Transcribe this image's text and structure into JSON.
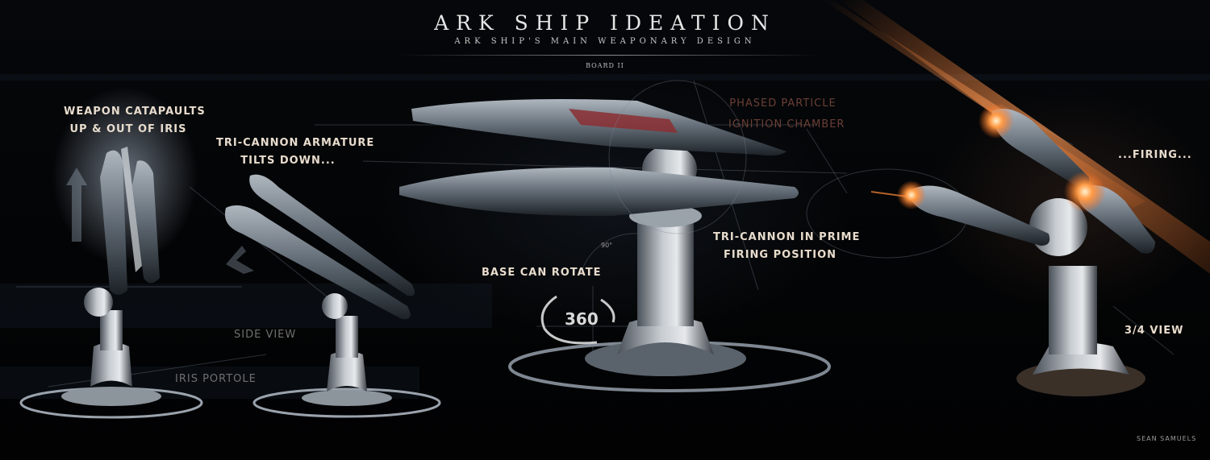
{
  "header": {
    "title": "ARK SHIP IDEATION",
    "subtitle": "ARK SHIP'S MAIN WEAPONARY DESIGN",
    "board": "BOARD II"
  },
  "callouts": {
    "catapult_line1": "WEAPON CATAPAULTS",
    "catapult_line2": "UP & OUT OF IRIS",
    "tilt_line1": "TRI-CANNON ARMATURE",
    "tilt_line2": "TILTS DOWN...",
    "side_view": "SIDE VIEW",
    "iris_portole": "IRIS PORTOLE",
    "base_rotate": "BASE CAN ROTATE",
    "degrees_360": "360",
    "degrees_90": "90°",
    "chamber_line1": "PHASED PARTICLE",
    "chamber_line2": "IGNITION CHAMBER",
    "prime_line1": "TRI-CANNON IN PRIME",
    "prime_line2": "FIRING POSITION",
    "firing": "...FIRING...",
    "three_quarter_view": "3/4 VIEW"
  },
  "credit": {
    "artist": "SEAN SAMUELS"
  },
  "palette": {
    "label": "#e8dccd",
    "faint_label": "#6f6f6f",
    "rust_label": "#6a3f35",
    "metal": "#b9c0c6",
    "glow": "#ff8a3a"
  }
}
